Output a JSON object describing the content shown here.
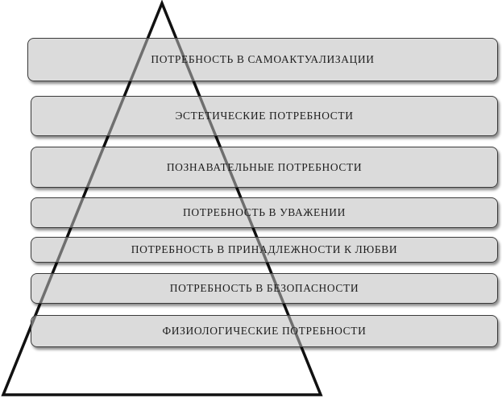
{
  "pyramid": {
    "levels": [
      {
        "label": "ПОТРЕБНОСТЬ В САМОАКТУАЛИЗАЦИИ"
      },
      {
        "label": "ЭСТЕТИЧЕСКИЕ ПОТРЕБНОСТИ"
      },
      {
        "label": "ПОЗНАВАТЕЛЬНЫЕ ПОТРЕБНОСТИ"
      },
      {
        "label": "ПОТРЕБНОСТЬ В УВАЖЕНИИ"
      },
      {
        "label": "ПОТРЕБНОСТЬ В ПРИНАДЛЕЖНОСТИ К ЛЮБВИ"
      },
      {
        "label": "ПОТРЕБНОСТЬ В БЕЗОПАСНОСТИ"
      },
      {
        "label": "ФИЗИОЛОГИЧЕСКИЕ ПОТРЕБНОСТИ"
      }
    ]
  }
}
